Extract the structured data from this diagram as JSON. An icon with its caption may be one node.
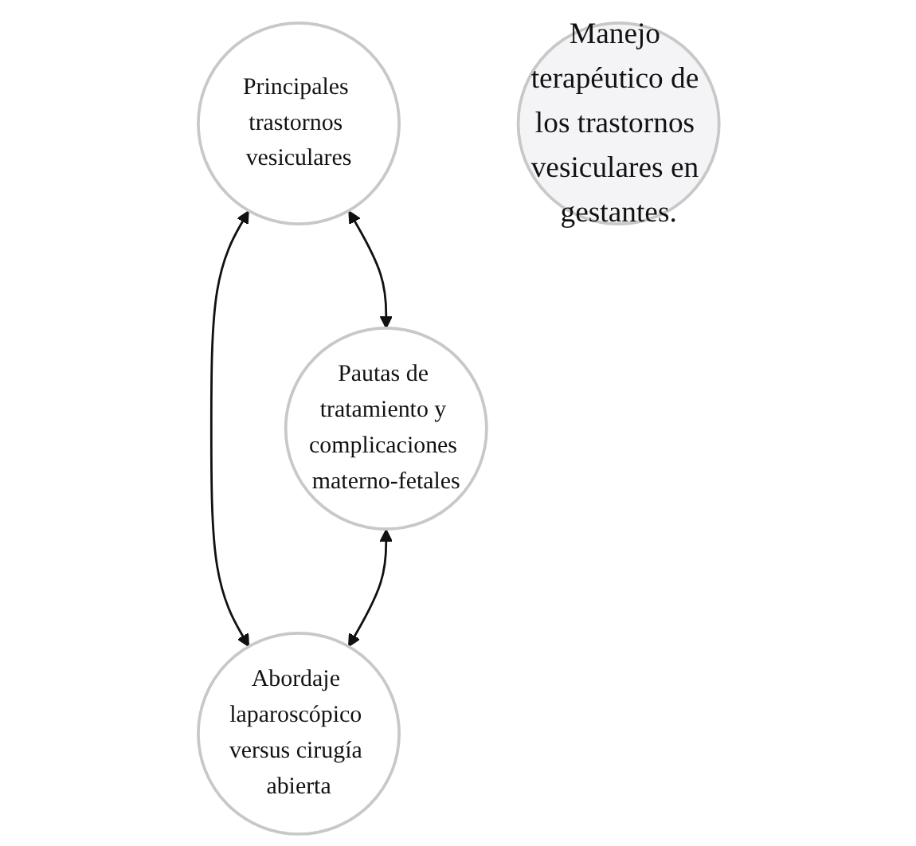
{
  "diagram": {
    "nodes": [
      {
        "text": [
          "Principales trastornos vesiculares"
        ]
      },
      {
        "text": [
          "Manejo terapéutico de los trastornos vesiculares en gestantes."
        ]
      },
      {
        "text": [
          "Pautas de tratamiento y complicaciones materno-fetales"
        ]
      },
      {
        "text": [
          "Abordaje laparoscópico versus cirugía abierta"
        ]
      }
    ],
    "edges": [
      {
        "from": 0,
        "to": 2,
        "arrow": "both"
      },
      {
        "from": 0,
        "to": 3,
        "arrow": "both"
      },
      {
        "from": 2,
        "to": 3,
        "arrow": "both"
      }
    ]
  }
}
